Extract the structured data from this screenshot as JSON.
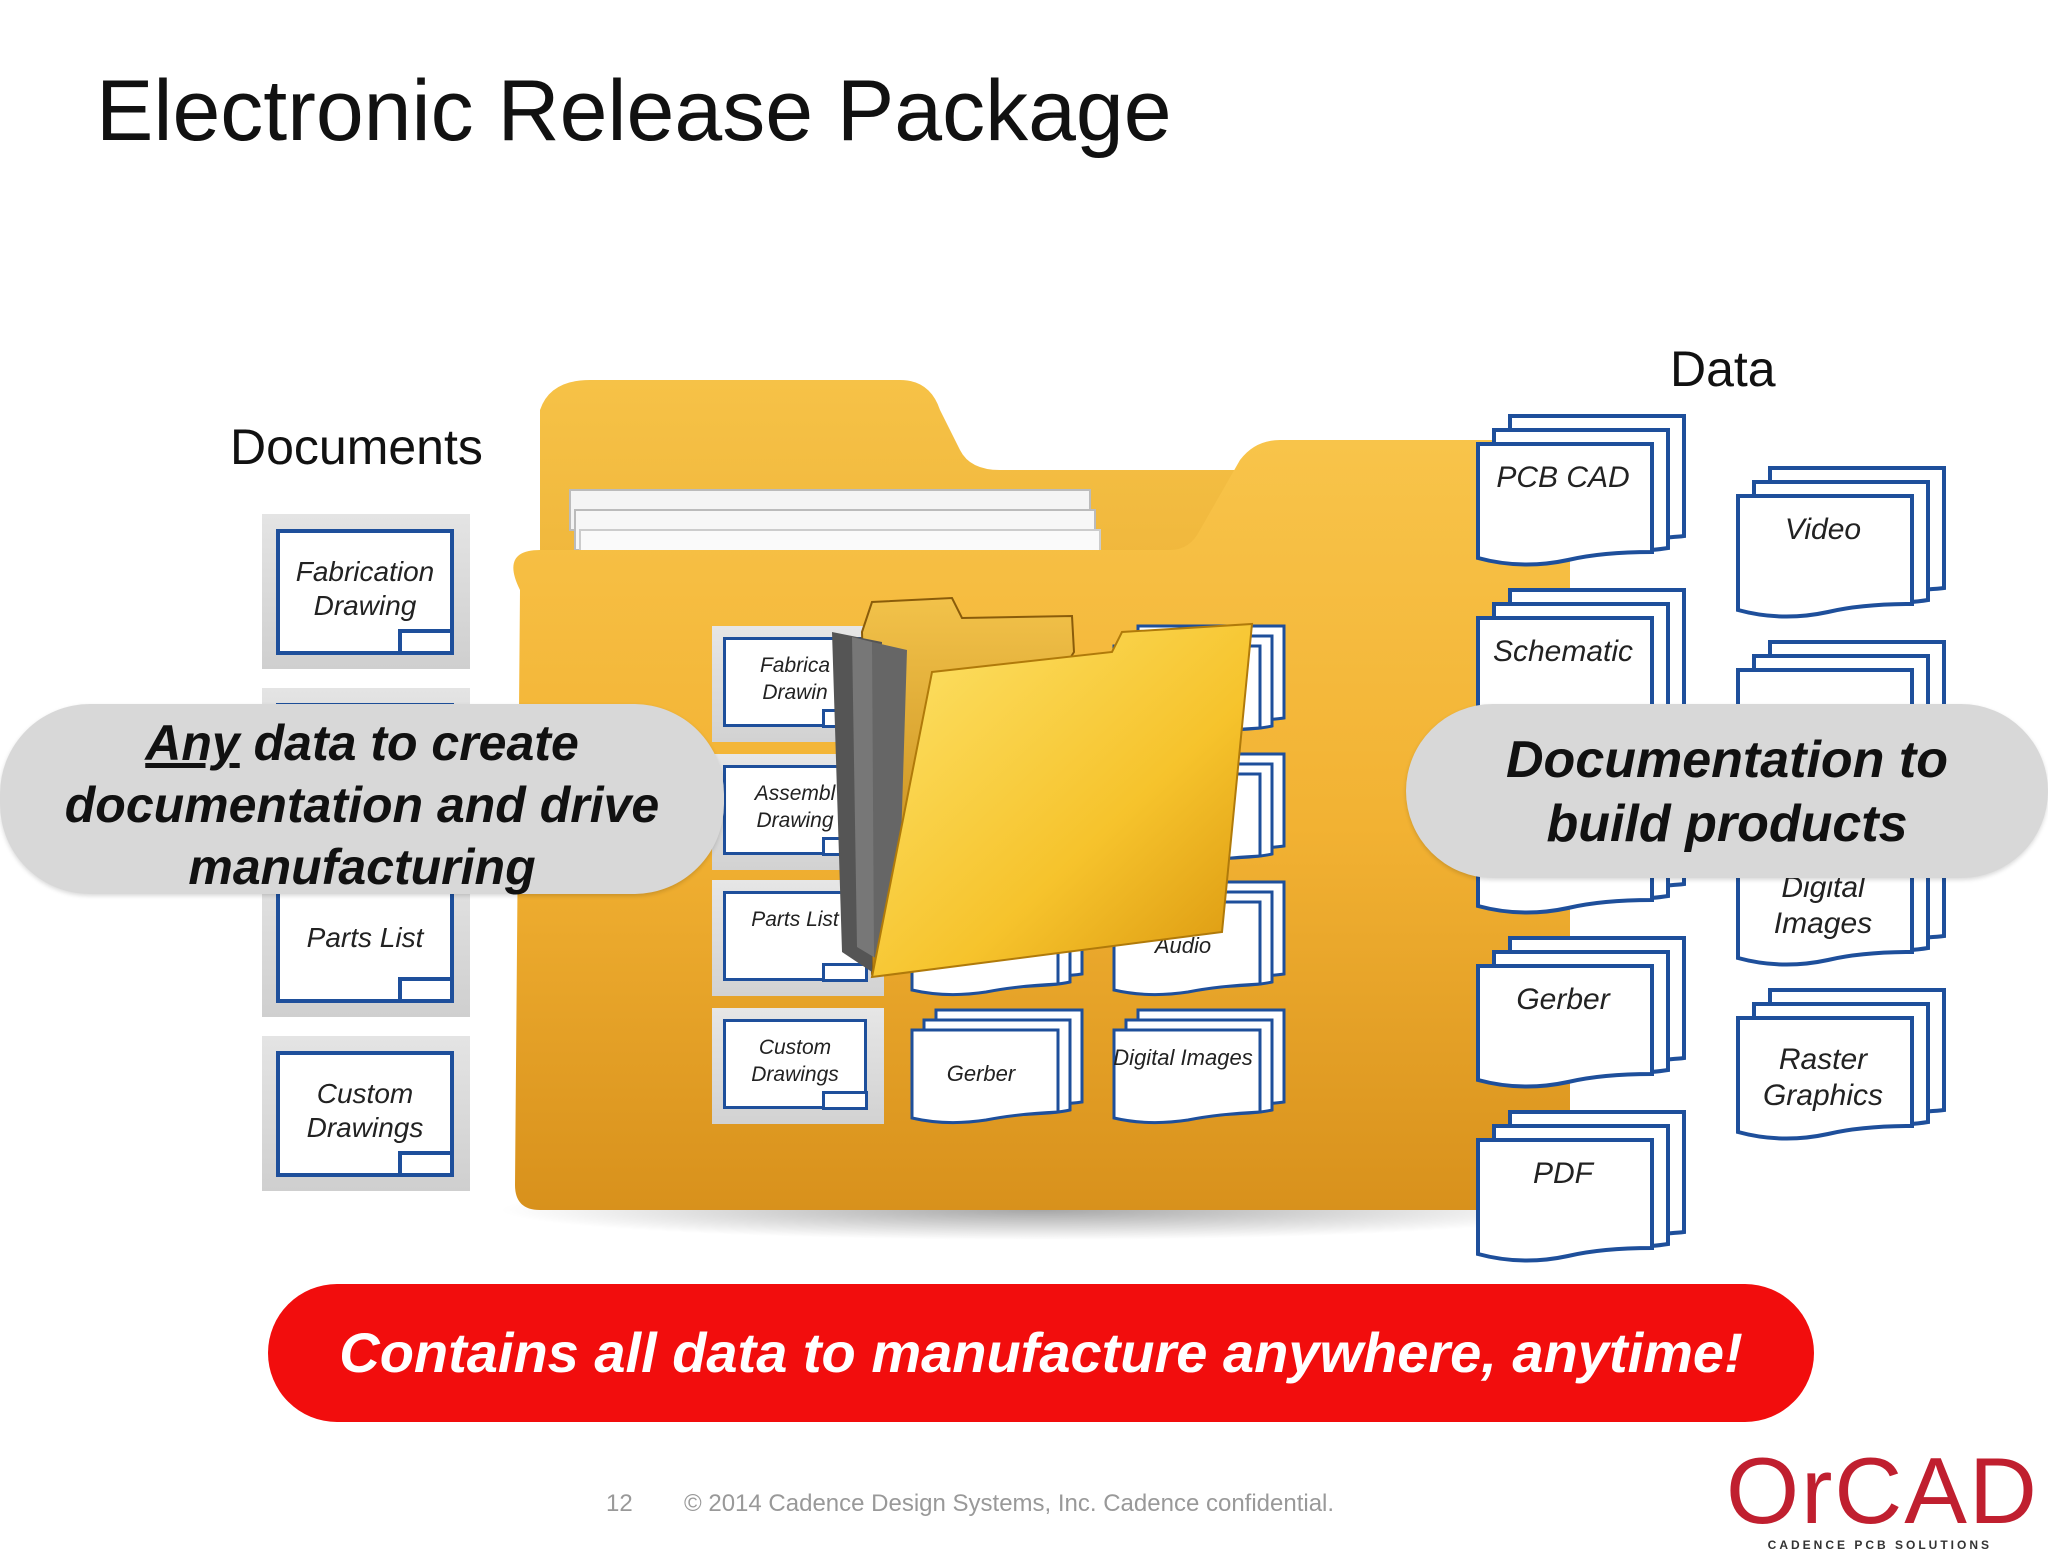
{
  "title": "Electronic Release Package",
  "documents_label": "Documents",
  "data_label": "Data",
  "left_documents": [
    {
      "label": "Fabrication Drawing"
    },
    {
      "label": "Parts List"
    },
    {
      "label": "Custom Drawings"
    }
  ],
  "folder_documents": [
    {
      "label": "Fabrica Drawin"
    },
    {
      "label": "Assembl Drawing"
    },
    {
      "label": "Parts List"
    },
    {
      "label": "Custom Drawings"
    }
  ],
  "folder_data": [
    {
      "label": "Audio"
    },
    {
      "label": "Gerber"
    },
    {
      "label": "Digital Images"
    }
  ],
  "right_data": [
    {
      "label": "PCB CAD"
    },
    {
      "label": "Schematic"
    },
    {
      "label": "Gerber"
    },
    {
      "label": "PDF"
    },
    {
      "label": "Video"
    },
    {
      "label": "Digital Images"
    },
    {
      "label": "Raster Graphics"
    }
  ],
  "bubble_left": {
    "emphasis": "Any",
    "text": "data to create documentation and drive manufacturing"
  },
  "bubble_right": {
    "text": "Documentation to build products"
  },
  "banner": "Contains all data to manufacture anywhere, anytime!",
  "footer": {
    "page": "12",
    "copyright": "© 2014 Cadence Design Systems, Inc. Cadence confidential."
  },
  "logo": {
    "name": "OrCAD",
    "tagline": "CADENCE PCB SOLUTIONS"
  },
  "colors": {
    "accent_red": "#f20d0d",
    "doc_border": "#1e4f9b",
    "folder": "#f2b233",
    "logo": "#c01f2f"
  }
}
